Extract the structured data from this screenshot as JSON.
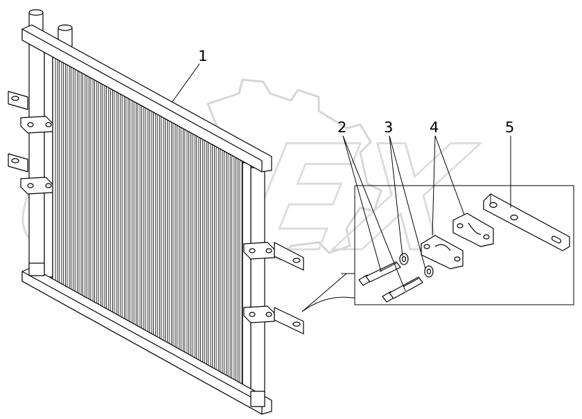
{
  "diagram": {
    "watermark_text": "OPEX",
    "callouts": [
      {
        "id": "1",
        "text": "1"
      },
      {
        "id": "2",
        "text": "2"
      },
      {
        "id": "3",
        "text": "3"
      },
      {
        "id": "4",
        "text": "4"
      },
      {
        "id": "5",
        "text": "5"
      }
    ]
  }
}
